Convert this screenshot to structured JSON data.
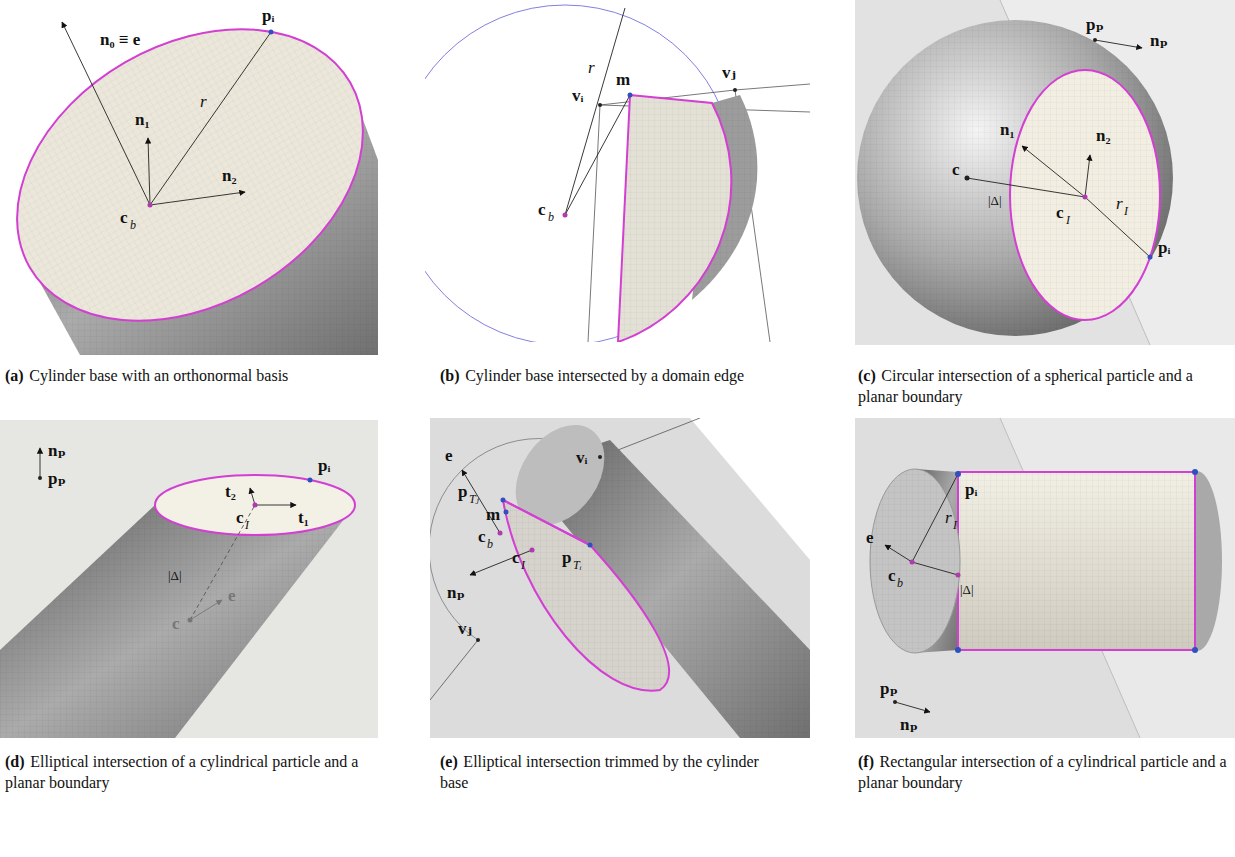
{
  "diagram": {
    "labels": [
      "n₀ ≡ e",
      "pᵢ",
      "n₁",
      "r",
      "n₂",
      "c",
      "b",
      "r",
      "vⱼ",
      "m",
      "vᵢ",
      "c",
      "b",
      "pₚ",
      "nₚ",
      "n₁",
      "n₂",
      "c",
      "|Δ|",
      "c",
      "I",
      "r",
      "I",
      "pᵢ",
      "nₚ",
      "pₚ",
      "t₂",
      "pᵢ",
      "t₁",
      "c",
      "I",
      "|Δ|",
      "e",
      "c",
      "e",
      "vᵢ",
      "p",
      "Tⱼ",
      "m",
      "c",
      "b",
      "c",
      "I",
      "p",
      "Tᵢ",
      "nₚ",
      "vⱼ",
      "pᵢ",
      "r",
      "I",
      "e",
      "c",
      "b",
      "|Δ|",
      "pₚ",
      "nₚ",
      "(a)",
      "Cylinder base with an orthonormal basis",
      "(b)",
      "Cylinder base intersected by a domain edge",
      "(c)",
      "Circular intersection of a spherical particle and a planar boundary",
      "(d)",
      "Elliptical intersection of a cylindrical particle and a planar boundary",
      "(e)",
      "Elliptical intersection trimmed by the cylinder base",
      "(f)",
      "Rectangular intersection of a cylindrical particle and a planar boundary"
    ]
  }
}
